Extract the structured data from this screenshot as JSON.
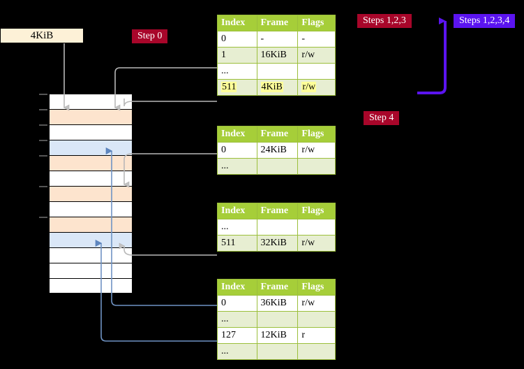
{
  "labels": {
    "kib_box": "4KiB",
    "step0": "Step 0",
    "steps123": "Steps 1,2,3",
    "steps1234": "Steps 1,2,3,4",
    "step4": "Step 4"
  },
  "colors": {
    "badge_red": "#a8062a",
    "badge_blue": "#5b14f0",
    "table_header": "#a6ce39",
    "table_alt_row": "#e7eed2",
    "highlight": "#ffff99",
    "mem_orange": "#fde4ce",
    "mem_blue": "#dae7f7",
    "kib_box": "#fdf1d7",
    "arrow_gray": "#b0b0b0",
    "arrow_blue": "#6f93c4"
  },
  "tables": [
    {
      "name": "pml4-table",
      "headers": [
        "Index",
        "Frame",
        "Flags"
      ],
      "rows": [
        {
          "cells": [
            "0",
            "-",
            "-"
          ],
          "alt": false,
          "highlight": false
        },
        {
          "cells": [
            "1",
            "16KiB",
            "r/w"
          ],
          "alt": true,
          "highlight": false
        },
        {
          "cells": [
            "...",
            "",
            ""
          ],
          "alt": false,
          "highlight": false
        },
        {
          "cells": [
            "511",
            "4KiB",
            "r/w"
          ],
          "alt": true,
          "highlight": true
        }
      ]
    },
    {
      "name": "pdp-table",
      "headers": [
        "Index",
        "Frame",
        "Flags"
      ],
      "rows": [
        {
          "cells": [
            "0",
            "24KiB",
            "r/w"
          ],
          "alt": false,
          "highlight": false
        },
        {
          "cells": [
            "...",
            "",
            ""
          ],
          "alt": true,
          "highlight": false
        }
      ]
    },
    {
      "name": "pd-table",
      "headers": [
        "Index",
        "Frame",
        "Flags"
      ],
      "rows": [
        {
          "cells": [
            "...",
            "",
            ""
          ],
          "alt": false,
          "highlight": false
        },
        {
          "cells": [
            "511",
            "32KiB",
            "r/w"
          ],
          "alt": true,
          "highlight": false
        }
      ]
    },
    {
      "name": "pt-table",
      "headers": [
        "Index",
        "Frame",
        "Flags"
      ],
      "rows": [
        {
          "cells": [
            "0",
            "36KiB",
            "r/w"
          ],
          "alt": false,
          "highlight": false
        },
        {
          "cells": [
            "...",
            "",
            ""
          ],
          "alt": true,
          "highlight": false
        },
        {
          "cells": [
            "127",
            "12KiB",
            "r"
          ],
          "alt": false,
          "highlight": false
        },
        {
          "cells": [
            "...",
            "",
            ""
          ],
          "alt": true,
          "highlight": false
        }
      ]
    }
  ],
  "memory": {
    "name": "physical-memory-column",
    "rows": [
      {
        "fill": "white"
      },
      {
        "fill": "orange"
      },
      {
        "fill": "white"
      },
      {
        "fill": "blue"
      },
      {
        "fill": "orange"
      },
      {
        "fill": "white"
      },
      {
        "fill": "orange"
      },
      {
        "fill": "white"
      },
      {
        "fill": "orange"
      },
      {
        "fill": "blue"
      },
      {
        "fill": "white"
      },
      {
        "fill": "white"
      },
      {
        "fill": "white"
      }
    ]
  }
}
